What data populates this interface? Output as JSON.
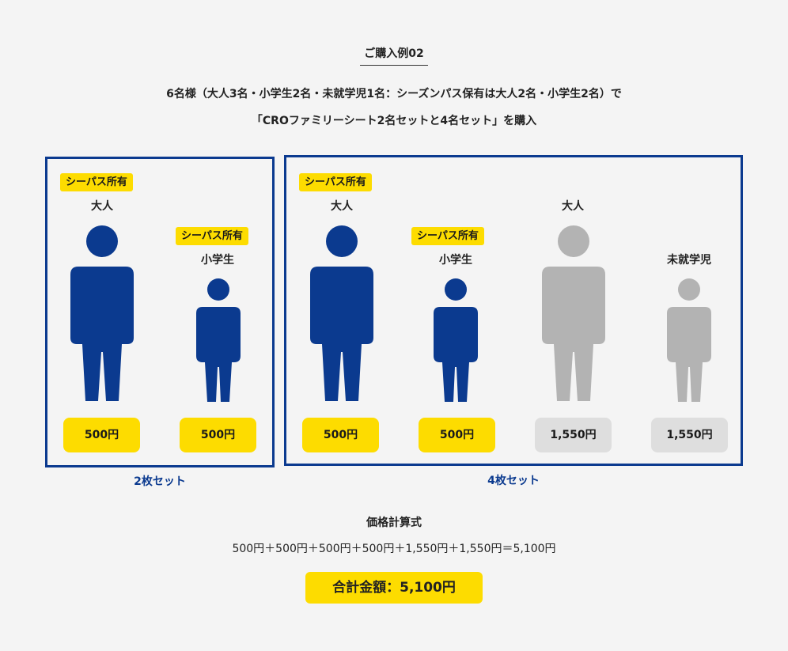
{
  "header": {
    "title": "ご購入例02",
    "description_line1": "6名様（大人3名・小学生2名・未就学児1名：シーズンパス保有は大人2名・小学生2名）で",
    "description_line2": "「CROファミリーシート2名セットと4名セット」を購入"
  },
  "sets": [
    {
      "label": "2枚セット",
      "people": [
        {
          "badge": "シーパス所有",
          "type": "大人",
          "price": "500円",
          "color": "#0b3a8f",
          "price_style": "yellow"
        },
        {
          "badge": "シーパス所有",
          "type": "小学生",
          "price": "500円",
          "color": "#0b3a8f",
          "price_style": "yellow"
        }
      ]
    },
    {
      "label": "4枚セット",
      "people": [
        {
          "badge": "シーパス所有",
          "type": "大人",
          "price": "500円",
          "color": "#0b3a8f",
          "price_style": "yellow"
        },
        {
          "badge": "シーパス所有",
          "type": "小学生",
          "price": "500円",
          "color": "#0b3a8f",
          "price_style": "yellow"
        },
        {
          "badge": "",
          "type": "大人",
          "price": "1,550円",
          "color": "#b3b3b3",
          "price_style": "gray"
        },
        {
          "badge": "",
          "type": "未就学児",
          "price": "1,550円",
          "color": "#b3b3b3",
          "price_style": "gray"
        }
      ]
    }
  ],
  "calculation": {
    "title": "価格計算式",
    "formula": "500円＋500円＋500円＋500円＋1,550円＋1,550円＝5,100円",
    "total": "合計金額：5,100円"
  },
  "colors": {
    "accent_blue": "#0b3a8f",
    "accent_yellow": "#fddc00",
    "inactive_gray": "#b3b3b3",
    "price_gray": "#dedede",
    "background": "#f4f4f4"
  },
  "icons": {
    "member": "person-silhouette-icon",
    "non_member": "person-silhouette-icon"
  }
}
